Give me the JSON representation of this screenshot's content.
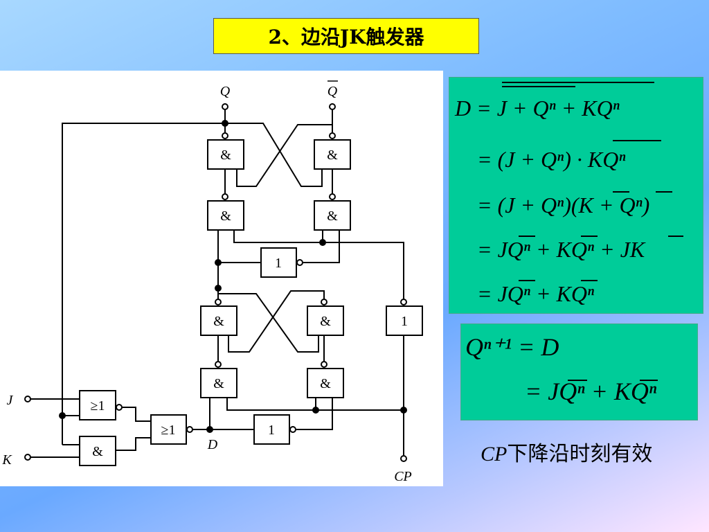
{
  "title": "2、边沿JK触发器",
  "circuit": {
    "outputs": {
      "q": "Q",
      "q_bar": "Q"
    },
    "inputs": {
      "j": "J",
      "k": "K",
      "cp": "CP",
      "d": "D"
    },
    "gate_labels": {
      "and": "&",
      "or": "≥1",
      "not": "1"
    }
  },
  "equations_top": [
    "D = J + Qⁿ + KQⁿ",
    "= (J + Qⁿ) · KQⁿ",
    "= (J + Qⁿ)(K + Qⁿ)",
    "= JQⁿ + KQⁿ + JK",
    "= JQⁿ + KQⁿ"
  ],
  "equations_bottom": [
    "Qⁿ⁺¹ = D",
    "= JQⁿ + KQⁿ"
  ],
  "note": {
    "signal": "CP",
    "text": "下降沿时刻有效"
  }
}
